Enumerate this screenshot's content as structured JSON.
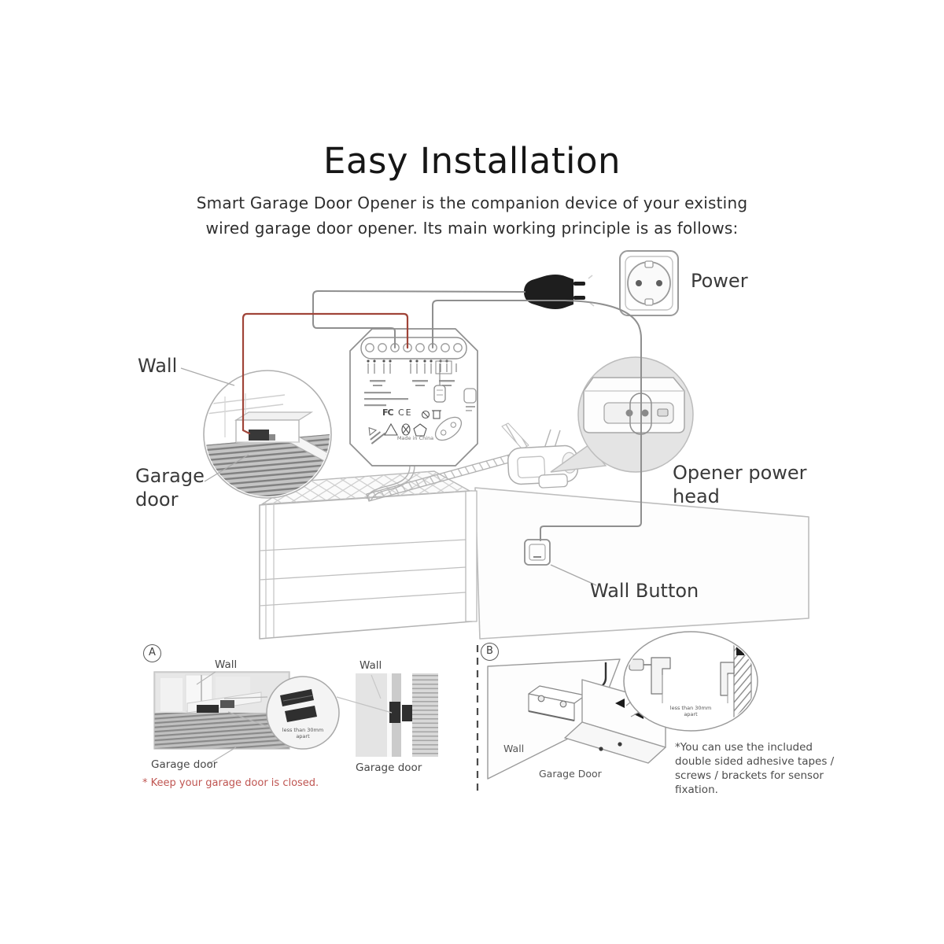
{
  "header": {
    "title": "Easy Installation",
    "subtitle_line1": "Smart Garage Door Opener is the companion device of your existing",
    "subtitle_line2": "wired garage door opener. Its main working principle is as follows:"
  },
  "main_diagram": {
    "power_label": "Power",
    "wall_label": "Wall",
    "garage_door_label": "Garage door",
    "opener_power_head_label": "Opener power head",
    "wall_button_label": "Wall Button",
    "device": {
      "fcc_mark": "FC",
      "ce_mark": "CE",
      "made_in": "Made in China"
    }
  },
  "section_a": {
    "letter": "A",
    "view1": {
      "wall": "Wall",
      "garage_door": "Garage door"
    },
    "view2": {
      "wall": "Wall",
      "garage_door": "Garage door"
    },
    "zoom_note": "less than 30mm apart",
    "warning": "* Keep your garage door is closed."
  },
  "section_b": {
    "letter": "B",
    "wall": "Wall",
    "garage_door": "Garage Door",
    "zoom_note": "less than 30mm apart",
    "note_lines": [
      "*You can use the included",
      "double sided adhesive tapes /",
      "screws / brackets for sensor",
      "fixation."
    ]
  },
  "colors": {
    "wire_red": "#a04438",
    "warning_red": "#bf5551",
    "line_gray": "#9a9a9a"
  }
}
